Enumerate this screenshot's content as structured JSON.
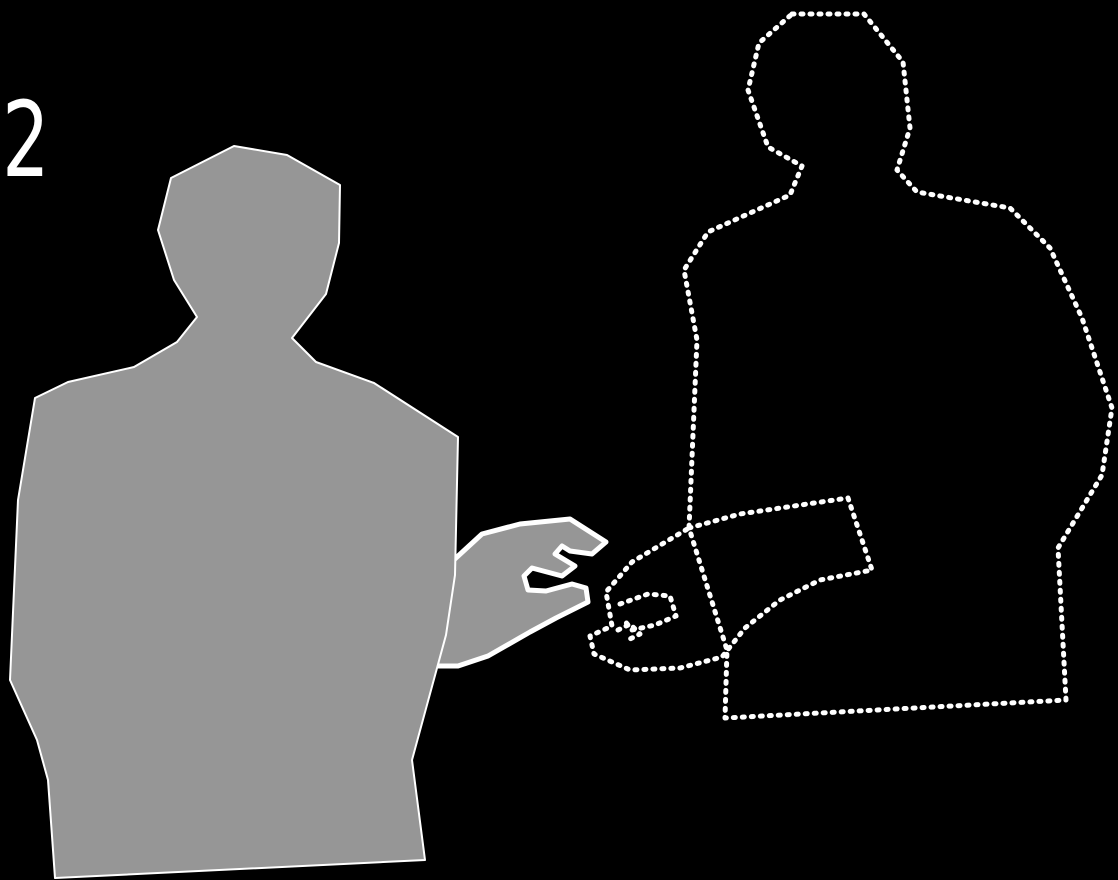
{
  "diagram": {
    "step_number": "2",
    "colors": {
      "background": "#000000",
      "solid_figure_fill": "#969696",
      "outline": "#ffffff"
    },
    "figures": [
      {
        "role": "solid-figure",
        "style": "solid-gray-silhouette"
      },
      {
        "role": "outline-figure",
        "style": "dotted-outline"
      }
    ]
  }
}
